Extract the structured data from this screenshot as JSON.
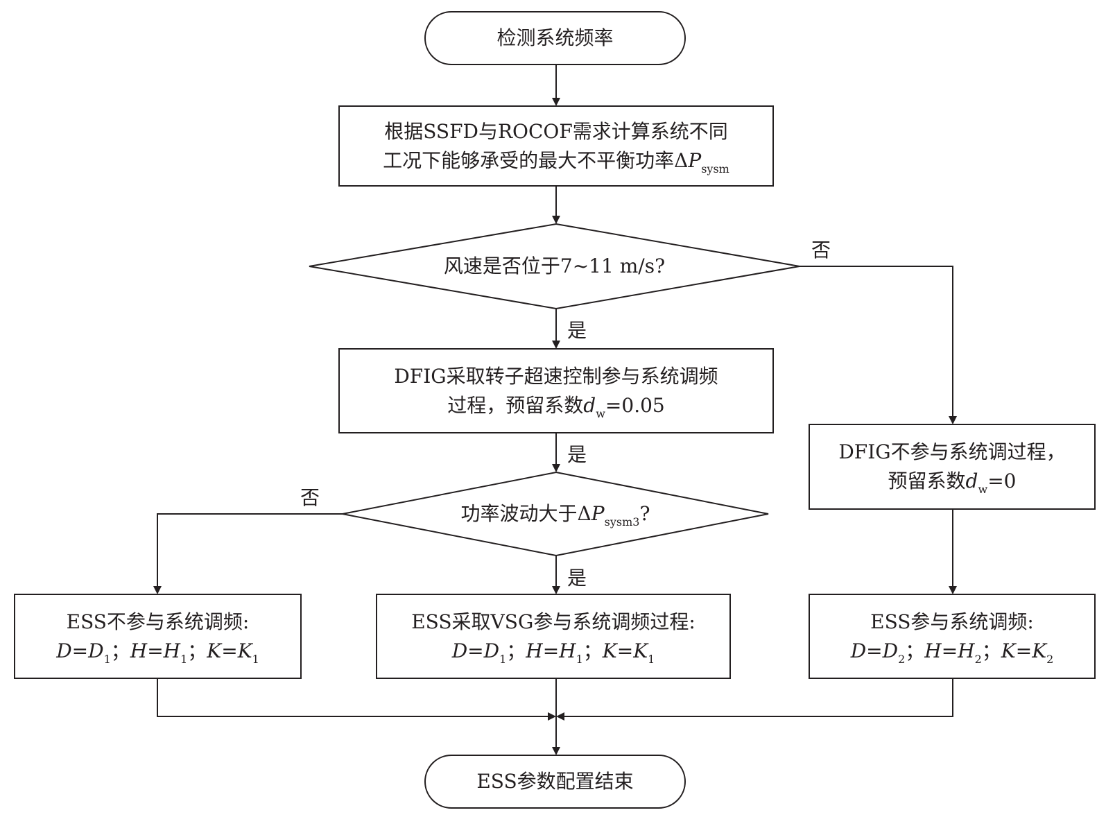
{
  "nodes": {
    "start": {
      "text": "检测系统频率"
    },
    "calc": {
      "line1": "根据SSFD与ROCOF需求计算系统不同",
      "line2_prefix": "工况下能够承受的最大不平衡功率Δ",
      "line2_var": "P",
      "line2_sub": "sysm"
    },
    "decision_wind": {
      "text": "风速是否位于7~11 m/s?"
    },
    "dfig_overspeed": {
      "line1": "DFIG采取转子超速控制参与系统调频",
      "line2_prefix": "过程，预留系数",
      "line2_var": "d",
      "line2_sub": "w",
      "line2_suffix": "=0.05"
    },
    "decision_power": {
      "prefix": "功率波动大于Δ",
      "var": "P",
      "sub": "sysm3",
      "suffix": "?"
    },
    "dfig_none": {
      "line1": "DFIG不参与系统调过程，",
      "line2_prefix": "预留系数",
      "line2_var": "d",
      "line2_sub": "w",
      "line2_suffix": "=0"
    },
    "ess_none": {
      "line1": "ESS不参与系统调频:",
      "params": {
        "D": "D",
        "D_sub": "1",
        "H": "H",
        "H_sub": "1",
        "K": "K",
        "K_sub": "1",
        "eq": "=",
        "sep": "；"
      }
    },
    "ess_vsg": {
      "line1": "ESS采取VSG参与系统调频过程:",
      "params": {
        "D": "D",
        "D_sub": "1",
        "H": "H",
        "H_sub": "1",
        "K": "K",
        "K_sub": "1",
        "eq": "=",
        "sep": "；"
      }
    },
    "ess_join": {
      "line1": "ESS参与系统调频:",
      "params": {
        "D": "D",
        "D_sub": "2",
        "H": "H",
        "H_sub": "2",
        "K": "K",
        "K_sub": "2",
        "eq": "=",
        "sep": "；"
      }
    },
    "end": {
      "text": "ESS参数配置结束"
    }
  },
  "edge_labels": {
    "wind_yes": "是",
    "wind_no": "否",
    "dfig_yes": "是",
    "power_yes": "是",
    "power_no": "否"
  }
}
